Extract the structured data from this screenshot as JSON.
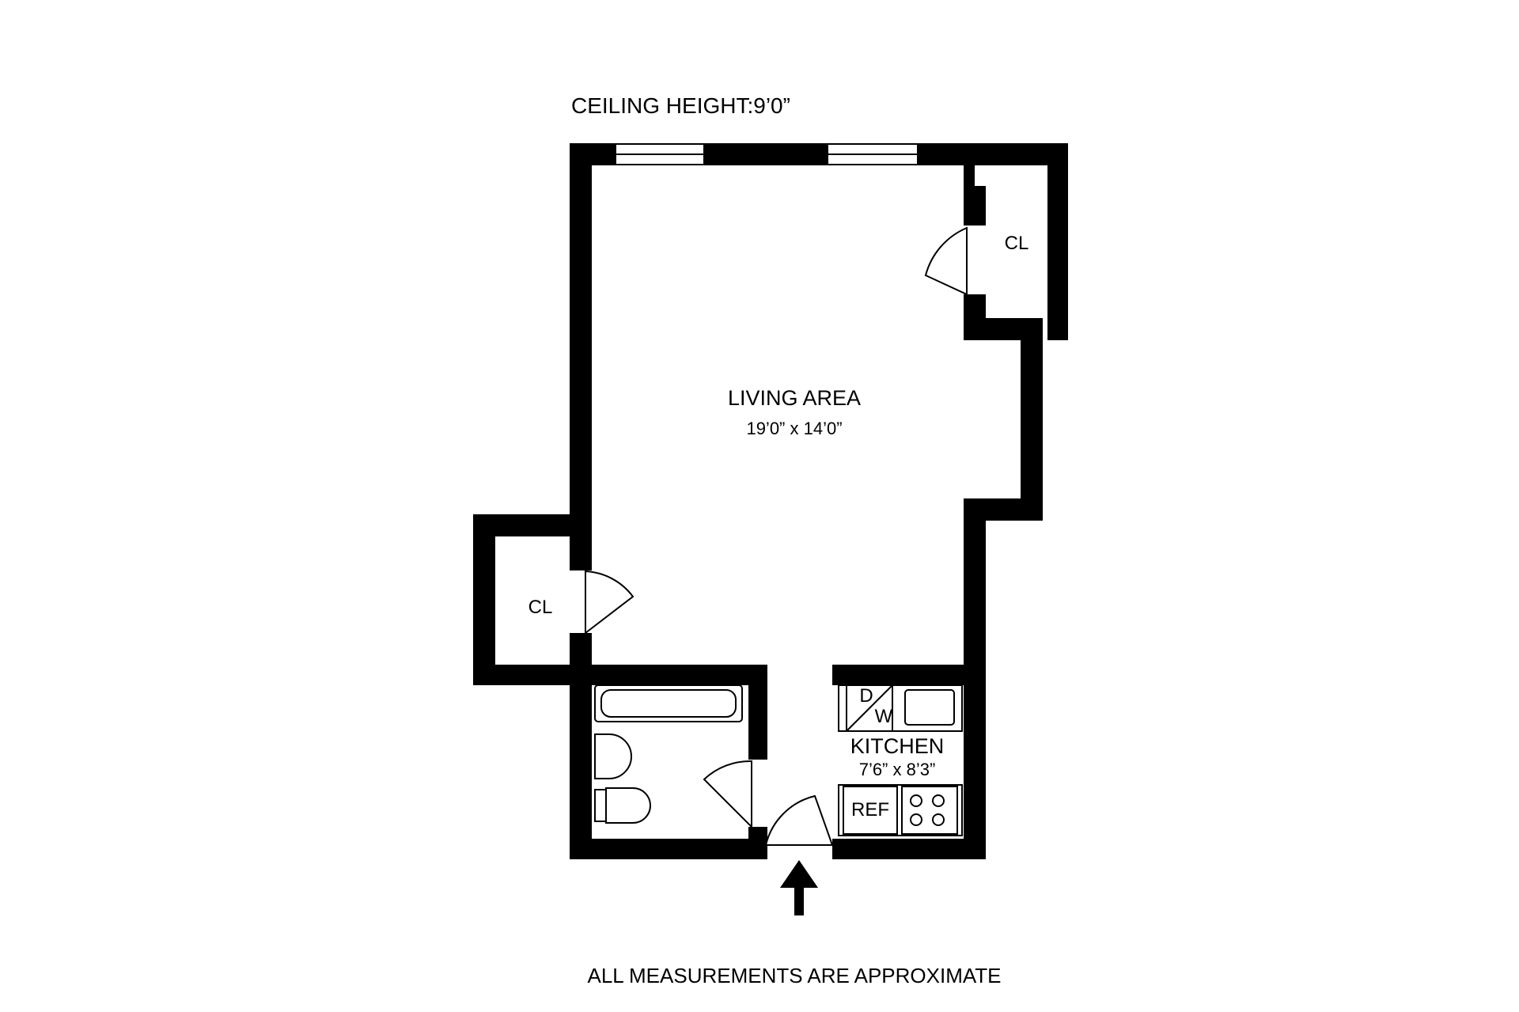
{
  "header": {
    "ceiling_height": "CEILING HEIGHT:9’0”"
  },
  "rooms": {
    "living": {
      "name": "LIVING AREA",
      "dims": "19’0” x 14’0”"
    },
    "kitchen": {
      "name": "KITCHEN",
      "dims": "7’6” x 8’3”"
    },
    "closet_top_right": {
      "name": "CL"
    },
    "closet_left": {
      "name": "CL"
    }
  },
  "fixtures": {
    "dishwasher_d": "D",
    "dishwasher_w": "W",
    "refrigerator": "REF"
  },
  "footer": {
    "note": "ALL MEASUREMENTS ARE APPROXIMATE"
  }
}
